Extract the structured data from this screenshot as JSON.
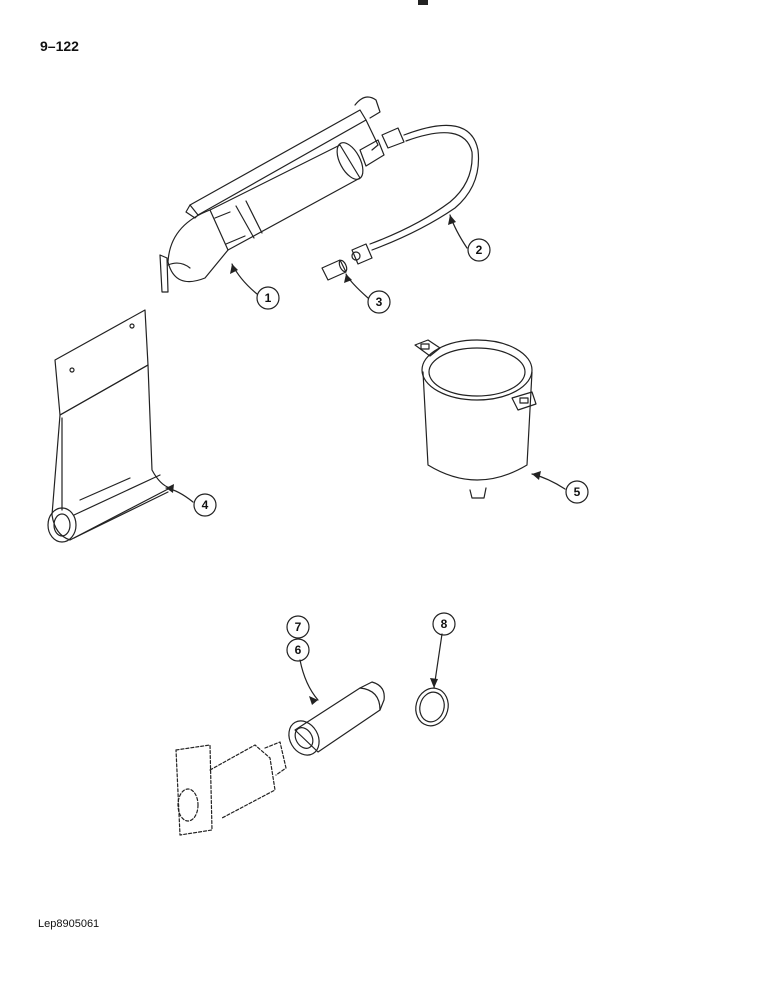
{
  "page_number": "9–122",
  "reference_code": "Lep8905061",
  "callouts": [
    "1",
    "2",
    "3",
    "4",
    "5",
    "6",
    "7",
    "8"
  ]
}
